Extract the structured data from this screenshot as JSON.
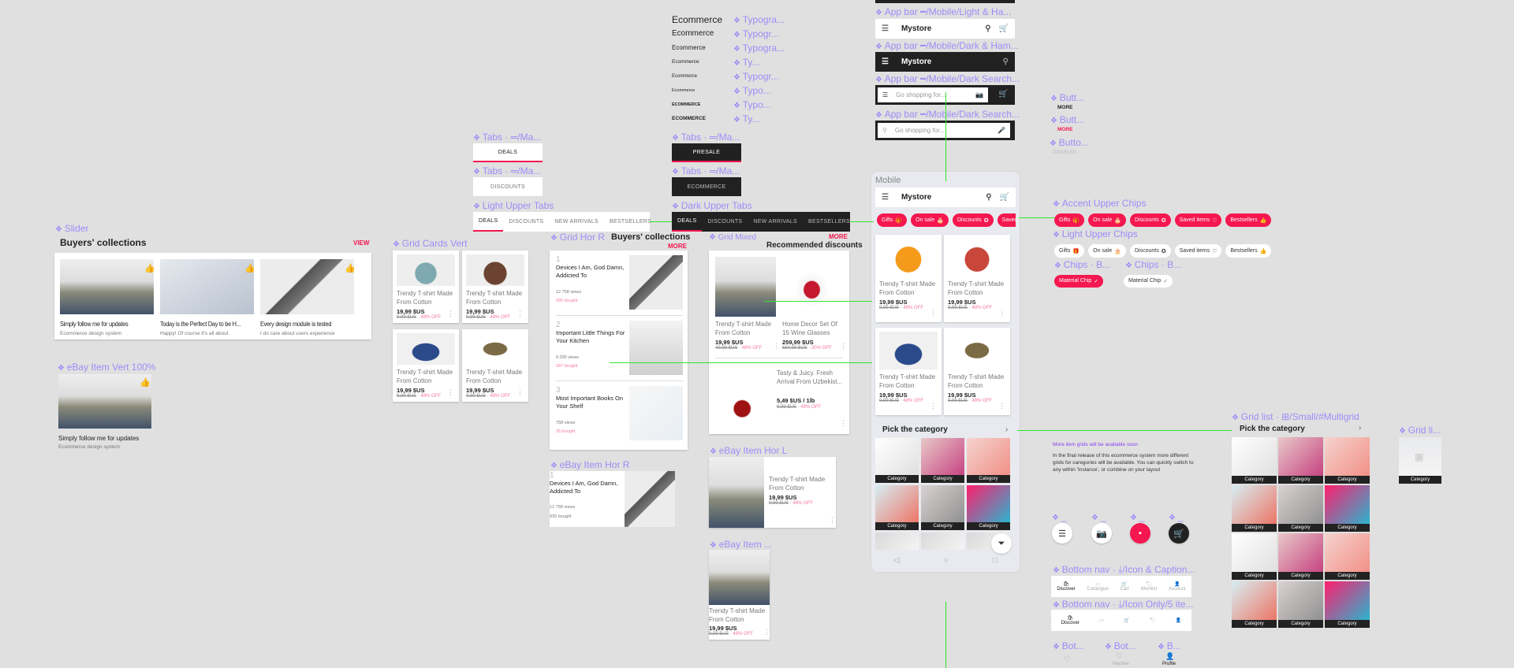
{
  "labels": {
    "slider": "Slider",
    "ebay_vert": "eBay Item Vert 100%",
    "grid_cards_vert": "Grid Cards Vert",
    "tabs1": "Tabs · ═/Ma...",
    "tabs2": "Tabs · ═/Ma...",
    "light_upper_tabs": "Light Upper Tabs",
    "grid_hor_r": "Grid Hor R",
    "ebay_hor_r": "eBay Item Hor R",
    "typo": [
      "Typogra...",
      "Typogr...",
      "Typogra...",
      "Ty...",
      "Typogr...",
      "Typo...",
      "Typo...",
      "Ty..."
    ],
    "dark_tabs1": "Tabs · ═/Ma...",
    "dark_tabs2": "Tabs · ═/Ma...",
    "dark_upper_tabs": "Dark Upper Tabs",
    "grid_mixed": "Grid Mixed",
    "ebay_hor_l": "eBay Item Hor L",
    "ebay_item": "eBay Item ...",
    "appbar1": "App bar ━/Mobile/Light & Ha...",
    "appbar2": "App bar ━/Mobile/Dark & Ham...",
    "appbar3": "App bar ━/Mobile/Dark Search...",
    "appbar4": "App bar ━/Mobile/Dark Search...",
    "mobile": "Mobile",
    "butt1": "Butt...",
    "butt2": "Butt...",
    "butt3": "Butto...",
    "accent_chips": "Accent Upper Chips",
    "light_chips": "Light Upper Chips",
    "chips_b1": "Chips · B...",
    "chips_b2": "Chips · B...",
    "fab_labels": [
      "_",
      "_",
      "_",
      "_"
    ],
    "bnav1": "Bottom nav · ⤓/Icon & Caption...",
    "bnav2": "Bottom nav · ⤓/Icon Only/5 ite...",
    "bot": [
      "Bot...",
      "Bot...",
      "B..."
    ],
    "grid_list": "Grid list · ⊞/Small/#Multigrid",
    "grid_li": "Grid li..."
  },
  "typography": [
    "Ecommerce",
    "Ecommerce",
    "Ecommerce",
    "Ecommerce",
    "Ecommerce",
    "Ecommerce",
    "ECOMMERCE",
    "ECOMMERCE"
  ],
  "slider": {
    "title": "Buyers' collections",
    "action": "VIEW",
    "items": [
      {
        "title": "Simply follow me for updates",
        "subtitle": "Ecommerce design system"
      },
      {
        "title": "Today is the Perfect Day to be H...",
        "subtitle": "Happy! Of course it's all about"
      },
      {
        "title": "Every design module is tested",
        "subtitle": "I do care about users experience"
      }
    ]
  },
  "ebay_vert": {
    "title": "Simply follow me for updates",
    "subtitle": "Ecommerce design system"
  },
  "product": {
    "title": "Trendy T-shirt Made From Cotton",
    "price": "19,99 $US",
    "old_price": "9,99 $US",
    "discount": "48% OFF"
  },
  "tabs": {
    "deals": "DEALS",
    "discounts": "DISCOUNTS",
    "light": [
      "DEALS",
      "DISCOUNTS",
      "NEW ARRIVALS",
      "BESTSELLERS"
    ],
    "presale": "PRESALE",
    "ecommerce": "ECOMMERCE",
    "dark": [
      "DEALS",
      "DISCOUNTS",
      "NEW ARRIVALS",
      "BESTSELLERS"
    ]
  },
  "grid_hor_r": {
    "title": "Buyers' collections",
    "action": "MORE",
    "items": [
      {
        "num": "1",
        "title": "Devices I Am, God Damn, Addicted To",
        "views": "12 758 views",
        "bought": "935 bought"
      },
      {
        "num": "2",
        "title": "Important Little Things For Your Kitchen",
        "views": "9 035 views",
        "bought": "287 bought"
      },
      {
        "num": "3",
        "title": "Most Important Books On Your Shelf",
        "views": "758 views",
        "bought": "35 bought"
      }
    ]
  },
  "ebay_hor_r": {
    "num": "1",
    "title": "Devices I Am, God Damn, Addicted To",
    "views": "12 758 views",
    "bought": "935 bought"
  },
  "grid_mixed": {
    "title": "Recommended discounts",
    "action": "MORE",
    "items": [
      {
        "title": "Trendy T-shirt Made From Cotton",
        "price": "19,99 $US",
        "old_price": "49,99 $US",
        "discount": "48% OFF"
      },
      {
        "title": "Home Decor Set Of 15 Wine Glasses",
        "price": "259,99 $US",
        "old_price": "684,99 $US",
        "discount": "30% OFF"
      },
      {
        "title": "Tasty & Juicy. Fresh Arrival From Uzbekist...",
        "price": "5,49 $US / 1lb",
        "old_price": "9,99 $US",
        "discount": "48% OFF"
      }
    ]
  },
  "appbar": {
    "title": "Mystore",
    "search_placeholder": "Go shopping for..."
  },
  "buttons": {
    "more_dark": "MORE",
    "more_accent": "MORE",
    "disabled": "DISABLED"
  },
  "chips": [
    "Gifts",
    "On sale",
    "Discounts",
    "Saved items",
    "Bestsellers"
  ],
  "chip_icons": [
    "gift-icon",
    "sale-icon",
    "discount-icon",
    "heart-icon",
    "thumbs-up-icon"
  ],
  "material_chip": "Material Chip",
  "category": {
    "title": "Pick the category",
    "tile": "Category"
  },
  "note": {
    "heading": "More item grids will be available soon",
    "body": "In the final release of this ecommerce system more different grids for caregories will be available. You can quickly switch to any within 'Instance', or combine on your layout"
  },
  "bottom_nav": [
    "Discover",
    "Catalogue",
    "Cart",
    "Wishlist",
    "Account"
  ],
  "bottom_nav_icon_only_active": "Discover",
  "bot_items": [
    "",
    "Inactive",
    "Profile"
  ],
  "colors": {
    "accent": "#f5174f",
    "label": "#9b8df7",
    "dark": "#212121",
    "canvas": "#e0e0e0",
    "connector": "#2ee52e"
  }
}
